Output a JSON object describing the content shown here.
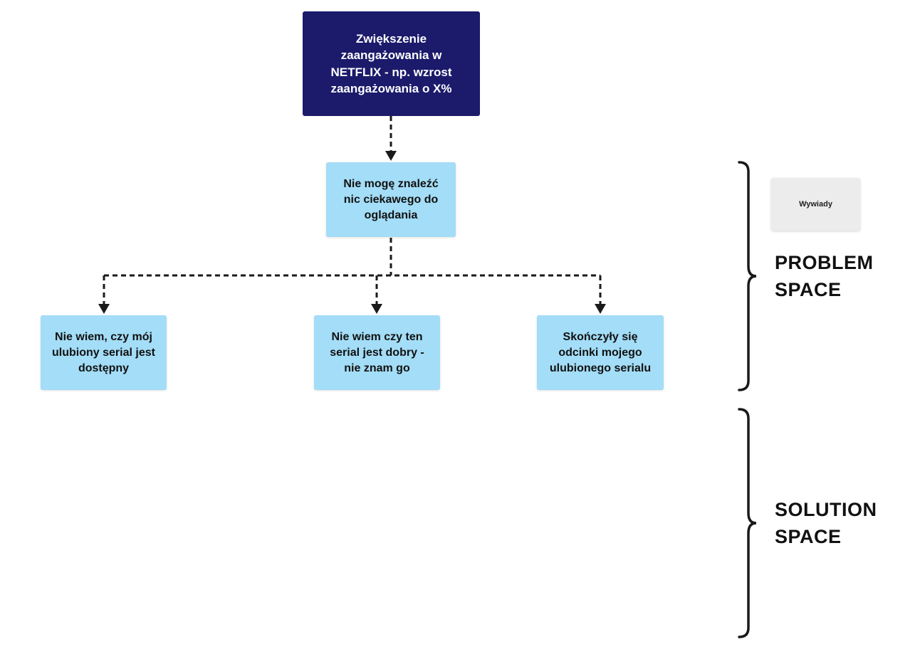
{
  "nodes": {
    "root": {
      "lines": [
        "Zwiększenie",
        "zaangażowania w",
        "NETFLIX - np. wzrost",
        "zaangażowania o X%"
      ]
    },
    "problem": {
      "lines": [
        "Nie mogę znaleźć",
        "nic ciekawego do",
        "oglądania"
      ]
    },
    "child1": {
      "lines": [
        "Nie wiem, czy mój",
        "ulubiony serial jest",
        "dostępny"
      ]
    },
    "child2": {
      "lines": [
        "Nie wiem czy ten",
        "serial jest dobry -",
        "nie znam go"
      ]
    },
    "child3": {
      "lines": [
        "Skończyły się",
        "odcinki mojego",
        "ulubionego serialu"
      ]
    }
  },
  "sticky": {
    "label": "Wywiady"
  },
  "spaces": {
    "problem": {
      "lines": [
        "PROBLEM",
        "SPACE"
      ]
    },
    "solution": {
      "lines": [
        "SOLUTION",
        "SPACE"
      ]
    }
  },
  "colors": {
    "root_fill": "#1b1a6b",
    "node_fill": "#a3ddf7",
    "sticky_fill": "#ececec",
    "connector": "#1a1a1a"
  }
}
